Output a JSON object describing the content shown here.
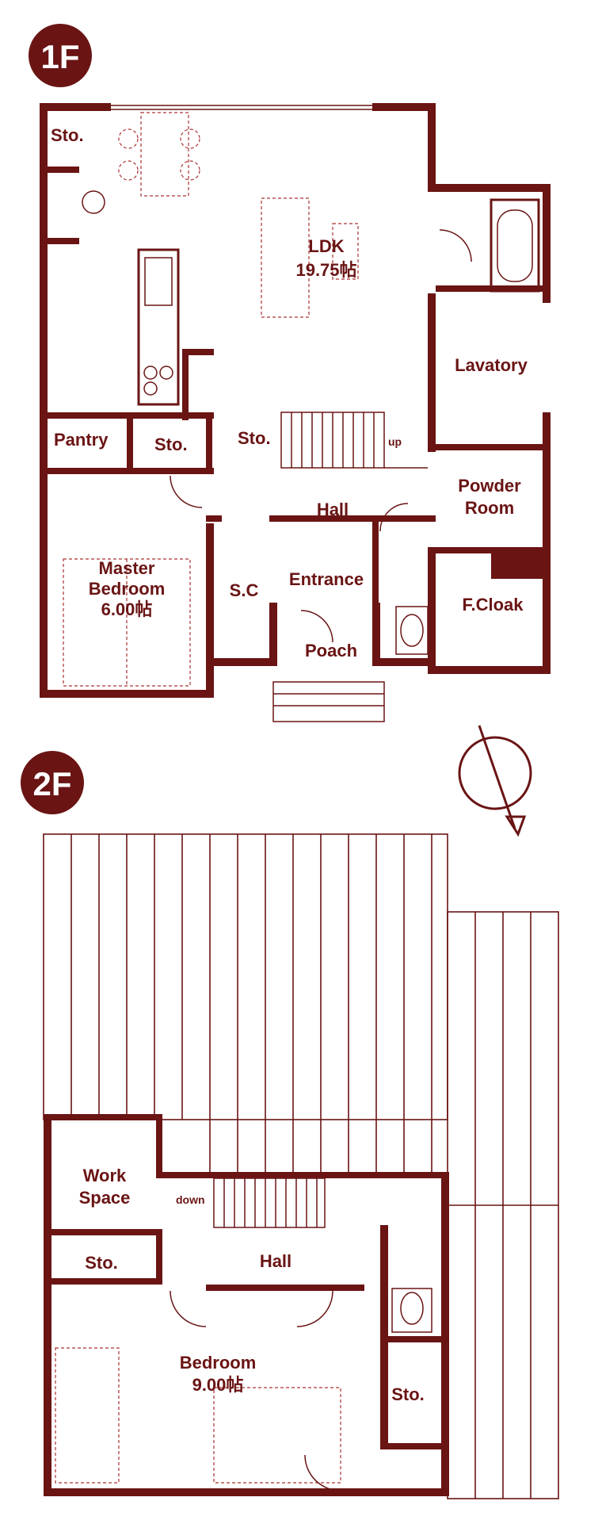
{
  "floors": {
    "first": {
      "badge": "1F",
      "rooms": {
        "sto_top": "Sto.",
        "ldk": "LDK",
        "ldk_size": "19.75帖",
        "lavatory": "Lavatory",
        "pantry": "Pantry",
        "sto_pantry": "Sto.",
        "sto_stair": "Sto.",
        "up": "up",
        "powder_line1": "Powder",
        "powder_line2": "Room",
        "hall": "Hall",
        "master_line1": "Master",
        "master_line2": "Bedroom",
        "master_size": "6.00帖",
        "sc": "S.C",
        "entrance": "Entrance",
        "fcloak": "F.Cloak",
        "poach": "Poach"
      }
    },
    "second": {
      "badge": "2F",
      "rooms": {
        "work_line1": "Work",
        "work_line2": "Space",
        "down": "down",
        "hall": "Hall",
        "sto_left": "Sto.",
        "bedroom": "Bedroom",
        "bedroom_size": "9.00帖",
        "sto_right": "Sto."
      }
    }
  },
  "colors": {
    "wall": "#6a1414",
    "badge": "#6a1414",
    "furniture": "#aa3333"
  },
  "icons": [
    "compass-icon"
  ]
}
